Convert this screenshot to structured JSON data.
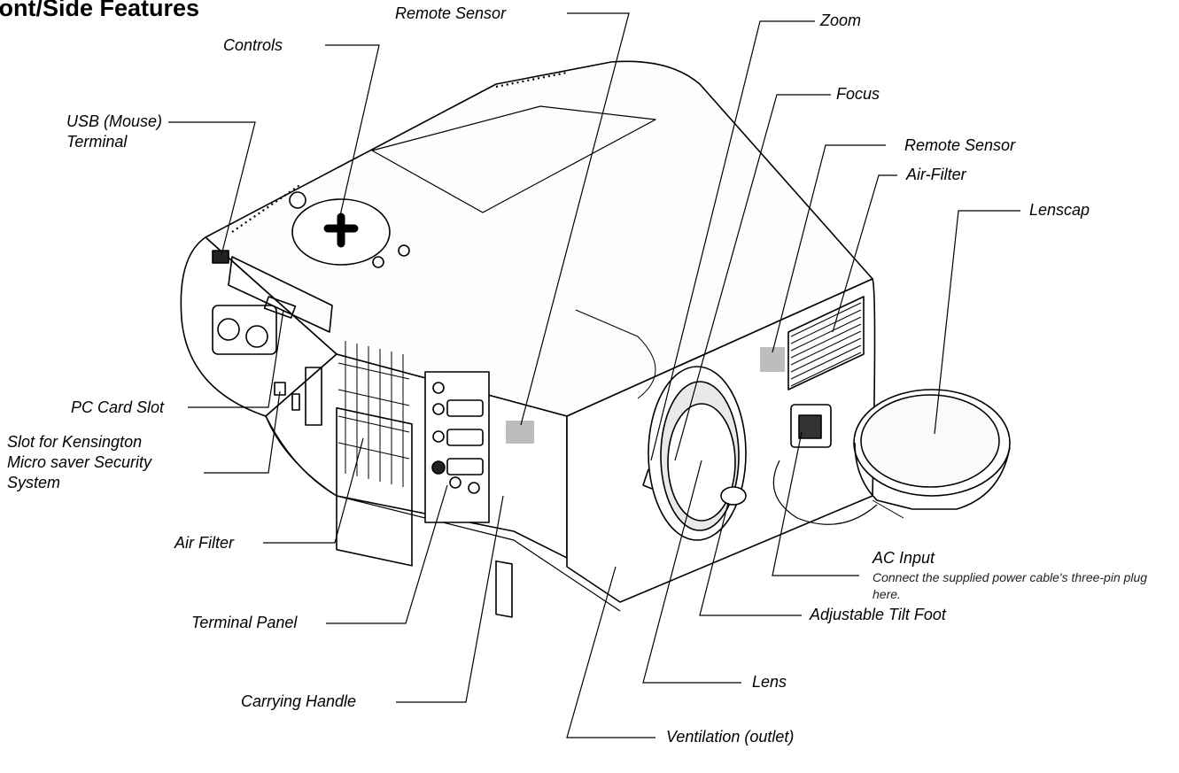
{
  "title": "ront/Side Features",
  "labels": {
    "remote_sensor_top": "Remote Sensor",
    "zoom": "Zoom",
    "controls": "Controls",
    "focus": "Focus",
    "remote_sensor_side": "Remote Sensor",
    "air_filter_side": "Air-Filter",
    "usb_terminal_line1": "USB (Mouse)",
    "usb_terminal_line2": "Terminal",
    "lenscap": "Lenscap",
    "pc_card_slot": "PC Card Slot",
    "kensington_line1": "Slot for Kensington",
    "kensington_line2": "Micro saver Security",
    "kensington_line3": "System",
    "ac_input": "AC Input",
    "ac_input_note": "Connect the supplied power cable's three-pin plug here.",
    "air_filter_front": "Air Filter",
    "adjustable_tilt_foot": "Adjustable Tilt Foot",
    "terminal_panel": "Terminal Panel",
    "lens": "Lens",
    "carrying_handle": "Carrying Handle",
    "ventilation_outlet": "Ventilation (outlet)"
  }
}
